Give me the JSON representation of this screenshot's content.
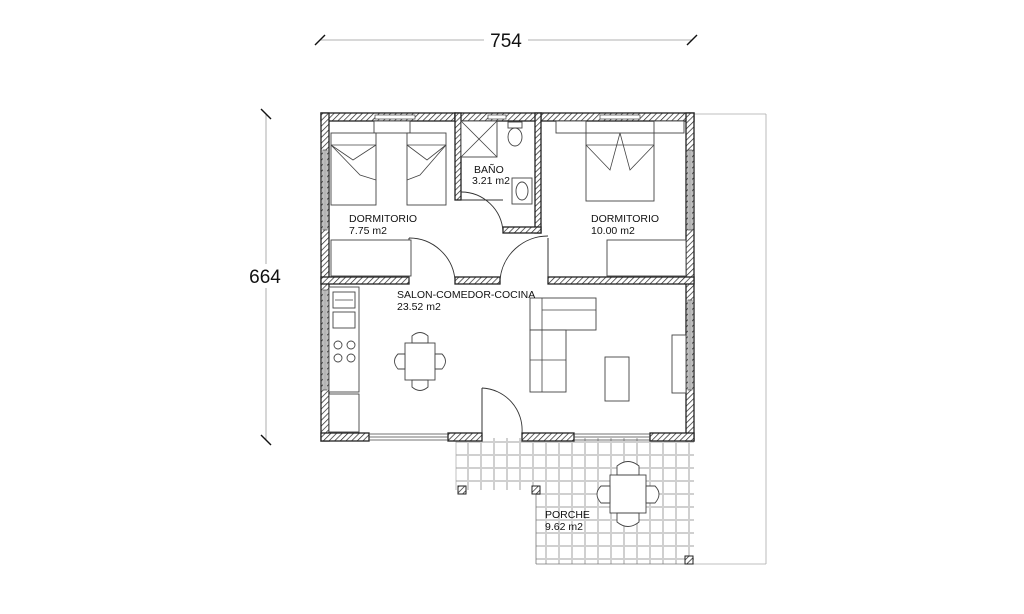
{
  "plan": {
    "dimensions": {
      "width_label": "754",
      "height_label": "664"
    },
    "rooms": [
      {
        "id": "dormitorio-1",
        "name": "DORMITORIO",
        "area": "7.75 m2"
      },
      {
        "id": "bano",
        "name": "BAÑO",
        "area": "3.21 m2"
      },
      {
        "id": "dormitorio-2",
        "name": "DORMITORIO",
        "area": "10.00 m2"
      },
      {
        "id": "salon",
        "name": "SALON-COMEDOR-COCINA",
        "area": "23.52 m2"
      },
      {
        "id": "porche",
        "name": "PORCHE",
        "area": "9.62 m2"
      }
    ]
  }
}
